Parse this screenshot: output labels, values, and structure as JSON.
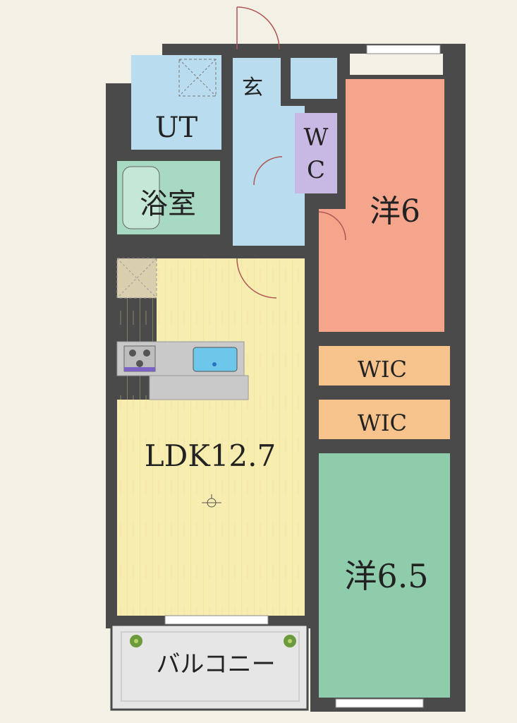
{
  "floor_plan": {
    "rooms": {
      "entrance": "玄",
      "utility": "UT",
      "bath": "浴室",
      "toilet_line1": "W",
      "toilet_line2": "C",
      "bedroom_north": "洋6",
      "wic_1": "WIC",
      "wic_2": "WIC",
      "ldk": "LDK12.7",
      "bedroom_south": "洋6.5",
      "balcony": "バルコニー"
    },
    "colors": {
      "wall": "#4a4a4a",
      "background": "#f3f0e6",
      "ldk_floor": "#f8edb0",
      "wet_area": "#b9dcef",
      "bath_floor": "#a7d9c3",
      "toilet": "#c8b9e4",
      "bedroom_north": "#f5a58c",
      "bedroom_south": "#8fccac",
      "wic": "#f6c38d",
      "balcony": "#e6e6e6",
      "kitchen_counter": "#c9c9c9",
      "sink": "#6cc7ea",
      "door_swing": "#b05555"
    }
  }
}
